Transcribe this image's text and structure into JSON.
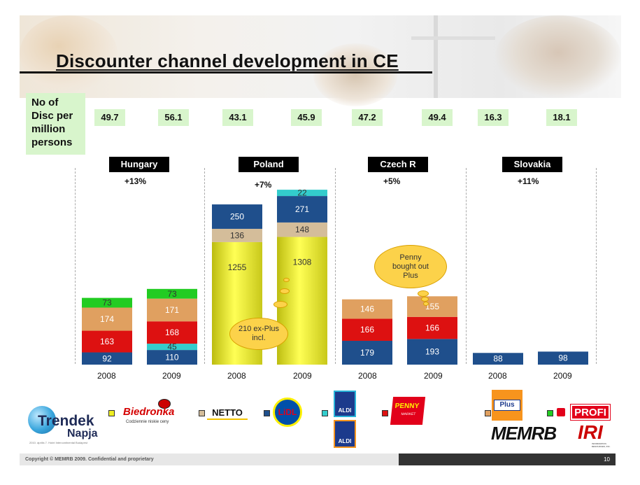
{
  "page": {
    "title": "Discounter channel development in CE",
    "disc_label": "No of\nDisc per\nmillion\npersons",
    "footer_left": "Copyright © MEMRB 2009. Confidential and proprietary",
    "footer_right": "10"
  },
  "countries": [
    {
      "name": "Hungary",
      "growth": "+13%",
      "disc": [
        "49.7",
        "56.1"
      ],
      "years": [
        "2008",
        "2009"
      ]
    },
    {
      "name": "Poland",
      "growth": "+7%",
      "disc": [
        "43.1",
        "45.9"
      ],
      "years": [
        "2008",
        "2009"
      ]
    },
    {
      "name": "Czech R",
      "growth": "+5%",
      "disc": [
        "47.2",
        "49.4"
      ],
      "years": [
        "2008",
        "2009"
      ]
    },
    {
      "name": "Slovakia",
      "growth": "+11%",
      "disc": [
        "16.3",
        "18.1"
      ],
      "years": [
        "2008",
        "2009"
      ]
    }
  ],
  "annotations": {
    "poland_cloud": "210 ex-Plus\nincl.",
    "czech_cloud": "Penny\nbought out\nPlus"
  },
  "legend": {
    "trendek_logo": {
      "main": "Trendek",
      "sub": "Napja",
      "caption": "2010. április 7. Hotel Intercontinental Budapest"
    },
    "biedronka": {
      "name": "Biedronka",
      "tagline": "Codziennie niskie ceny"
    },
    "netto": "NETTO",
    "lidl": "LiDL",
    "aldi": "ALDI",
    "penny": {
      "name": "PENNY",
      "sub": "MARKET"
    },
    "plus": "Plus",
    "profi": "PROFI",
    "memrb": "MEMRB",
    "iri": "IRI",
    "iri_sub": "INFORMATION RESOURCES, INC."
  },
  "colors": {
    "lidl_blue": "#1f4f8c",
    "penny_red": "#dd1111",
    "netto_tan": "#e0a060",
    "biedronka_yellow": "#eeee22",
    "aldi_cyan": "#33cccc",
    "profi_green": "#22cc22",
    "plus_brown": "#d4bd9a",
    "disc_green": "#d8f5cc"
  },
  "chart_data": {
    "type": "bar",
    "stacked": true,
    "categories": [
      "Hungary 2008",
      "Hungary 2009",
      "Poland 2008",
      "Poland 2009",
      "Czech R 2008",
      "Czech R 2009",
      "Slovakia 2008",
      "Slovakia 2009"
    ],
    "title": "Discounter channel development in CE",
    "bars": [
      {
        "segments": [
          {
            "value": 92,
            "color": "#1f4f8c"
          },
          {
            "value": 163,
            "color": "#dd1111"
          },
          {
            "value": 174,
            "color": "#e0a060"
          },
          {
            "value": 73,
            "color": "#22cc22"
          }
        ]
      },
      {
        "segments": [
          {
            "value": 110,
            "color": "#1f4f8c"
          },
          {
            "value": 45,
            "color": "#33cccc"
          },
          {
            "value": 168,
            "color": "#dd1111"
          },
          {
            "value": 171,
            "color": "#e0a060"
          },
          {
            "value": 73,
            "color": "#22cc22"
          }
        ]
      },
      {
        "segments": [
          {
            "value": 1255,
            "color": "#eeee22"
          },
          {
            "value": 136,
            "color": "#d4bd9a"
          },
          {
            "value": 250,
            "color": "#1f4f8c"
          }
        ]
      },
      {
        "segments": [
          {
            "value": 1308,
            "color": "#eeee22"
          },
          {
            "value": 148,
            "color": "#d4bd9a"
          },
          {
            "value": 271,
            "color": "#1f4f8c"
          },
          {
            "value": 22,
            "color": "#33cccc"
          }
        ]
      },
      {
        "segments": [
          {
            "value": 179,
            "color": "#1f4f8c"
          },
          {
            "value": 166,
            "color": "#dd1111"
          },
          {
            "value": 146,
            "color": "#e0a060"
          }
        ]
      },
      {
        "segments": [
          {
            "value": 193,
            "color": "#1f4f8c"
          },
          {
            "value": 166,
            "color": "#dd1111"
          },
          {
            "value": 155,
            "color": "#e0a060"
          }
        ]
      },
      {
        "segments": [
          {
            "value": 88,
            "color": "#1f4f8c"
          }
        ]
      },
      {
        "segments": [
          {
            "value": 98,
            "color": "#1f4f8c"
          }
        ]
      }
    ]
  }
}
